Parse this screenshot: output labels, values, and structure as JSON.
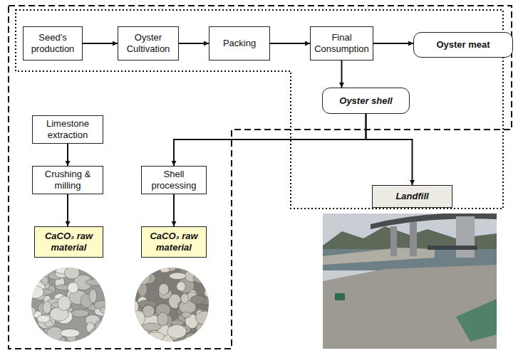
{
  "diagram": {
    "nodes": [
      {
        "text": [
          "Seed's production"
        ]
      },
      {
        "text": [
          "Oyster Cultivation"
        ]
      },
      {
        "text": [
          "Packing"
        ]
      },
      {
        "text": [
          "Final Consumption"
        ]
      },
      {
        "text": [
          "Oyster meat"
        ]
      },
      {
        "text": [
          "Oyster shell"
        ]
      },
      {
        "text": [
          "Limestone extraction"
        ]
      },
      {
        "text": [
          "Crushing & milling"
        ]
      },
      {
        "text": [
          "CaCO₃ raw material"
        ]
      },
      {
        "text": [
          "Shell processing"
        ]
      },
      {
        "text": [
          "CaCO₃ raw material"
        ]
      },
      {
        "text": [
          "Landfill"
        ]
      }
    ],
    "edges": [
      {
        "from": 0,
        "to": 1,
        "arrow": "to"
      },
      {
        "from": 1,
        "to": 2,
        "arrow": "to"
      },
      {
        "from": 2,
        "to": 3,
        "arrow": "to"
      },
      {
        "from": 3,
        "to": 4,
        "arrow": "to"
      },
      {
        "from": 3,
        "to": 5,
        "arrow": "to"
      },
      {
        "from": 6,
        "to": 7,
        "arrow": "to"
      },
      {
        "from": 7,
        "to": 8,
        "arrow": "to"
      },
      {
        "from": 9,
        "to": 10,
        "arrow": "to"
      },
      {
        "from": 5,
        "to": 9,
        "arrow": "to"
      },
      {
        "from": 5,
        "to": 11,
        "arrow": "to"
      }
    ]
  }
}
